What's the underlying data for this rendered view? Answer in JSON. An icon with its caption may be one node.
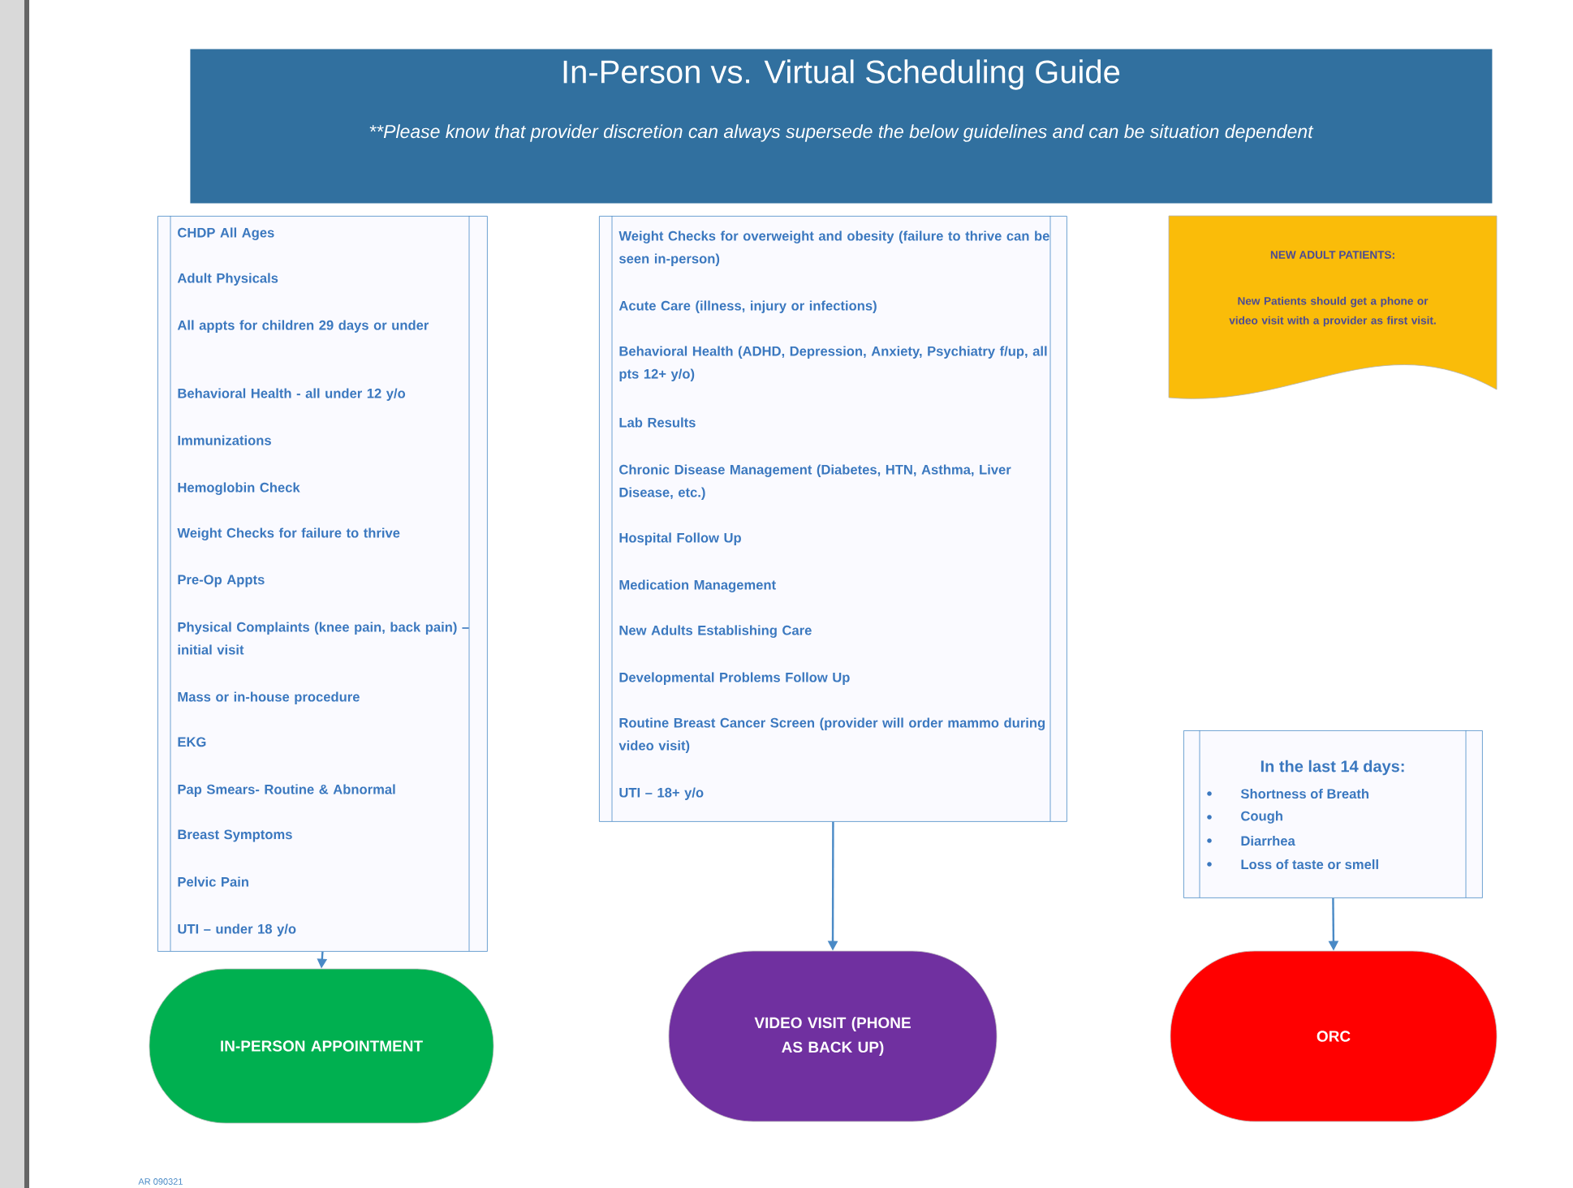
{
  "diagram": {
    "nodes": [
      {
        "text": [
          "In-Person vs. Virtual Scheduling Guide",
          "**Please know that provider discretion can always supersede the below guidelines and can be situation dependent"
        ]
      },
      {
        "text": [
          "CHDP All Ages",
          "Adult Physicals",
          "All appts for children 29 days or under",
          "Behavioral Health - all under 12 y/o",
          "Immunizations",
          "Hemoglobin Check",
          "Weight Checks for failure to thrive",
          "Pre-Op Appts",
          "Physical Complaints (knee pain, back pain) – initial visit",
          "Mass or in-house procedure",
          "EKG",
          "Pap Smears- Routine & Abnormal",
          "Breast Symptoms",
          "Pelvic Pain",
          "UTI – under 18 y/o"
        ]
      },
      {
        "text": [
          "Weight Checks for overweight and obesity (failure to thrive can be seen in-person)",
          "Acute Care (illness, injury or infections)",
          "Behavioral Health (ADHD, Depression, Anxiety, Psychiatry f/up, all pts 12+ y/o)",
          "Lab Results",
          "Chronic Disease Management (Diabetes, HTN, Asthma, Liver Disease, etc.)",
          "Hospital Follow Up",
          "Medication Management",
          "New Adults Establishing Care",
          "Developmental Problems Follow Up",
          "Routine Breast Cancer Screen (provider will order mammo during video visit)",
          "UTI – 18+ y/o"
        ]
      },
      {
        "text": [
          "NEW ADULT PATIENTS:",
          "New Patients should get a phone or video visit with a provider as first visit."
        ]
      },
      {
        "text": [
          "In the last 14 days:",
          "Shortness of Breath",
          "Cough",
          "Diarrhea",
          "Loss of taste or smell"
        ]
      },
      {
        "text": [
          "IN-PERSON APPOINTMENT"
        ]
      },
      {
        "text": [
          "VIDEO VISIT (PHONE AS BACK UP)"
        ]
      },
      {
        "text": [
          "ORC"
        ]
      }
    ],
    "edges": [
      {
        "from": 1,
        "to": 5,
        "arrow": "to"
      },
      {
        "from": 2,
        "to": 6,
        "arrow": "to"
      },
      {
        "from": 4,
        "to": 7,
        "arrow": "to"
      }
    ],
    "labels": [
      "AR 090321"
    ]
  }
}
